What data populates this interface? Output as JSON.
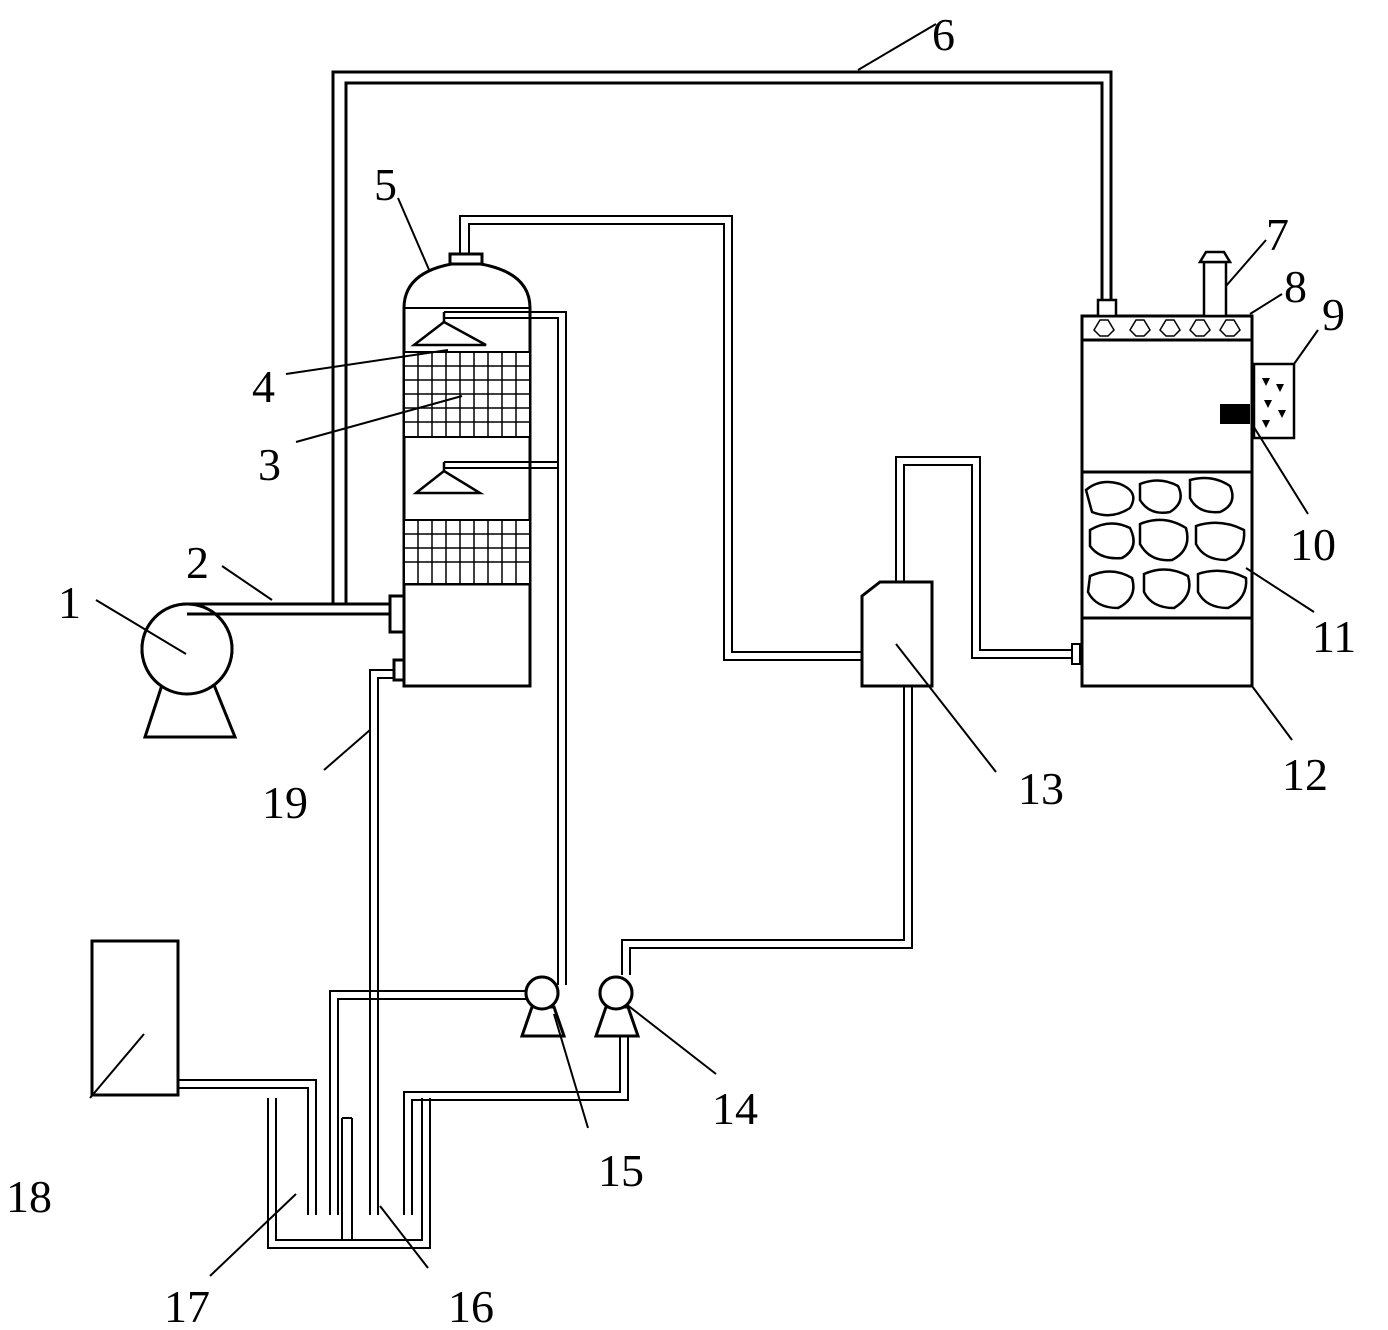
{
  "labels": {
    "l1": "1",
    "l2": "2",
    "l3": "3",
    "l4": "4",
    "l5": "5",
    "l6": "6",
    "l7": "7",
    "l8": "8",
    "l9": "9",
    "l10": "10",
    "l11": "11",
    "l12": "12",
    "l13": "13",
    "l14": "14",
    "l15": "15",
    "l16": "16",
    "l17": "17",
    "l18": "18",
    "l19": "19"
  },
  "components": {
    "c1": "fan",
    "c2": "inlet-pipe",
    "c3": "packing-layer",
    "c4": "spray-nozzle",
    "c5": "absorption-tower",
    "c6": "exhaust-pipe",
    "c7": "vent-stack",
    "c8": "cover-packing",
    "c9": "nutrient-box",
    "c10": "dosing-valve",
    "c11": "bio-filter-media",
    "c12": "bio-filter-tank",
    "c13": "separator",
    "c14": "pump",
    "c15": "pump",
    "c16": "liquid-tank",
    "c17": "storage-tank",
    "c18": "dosing-tank",
    "c19": "drain-pipe"
  }
}
